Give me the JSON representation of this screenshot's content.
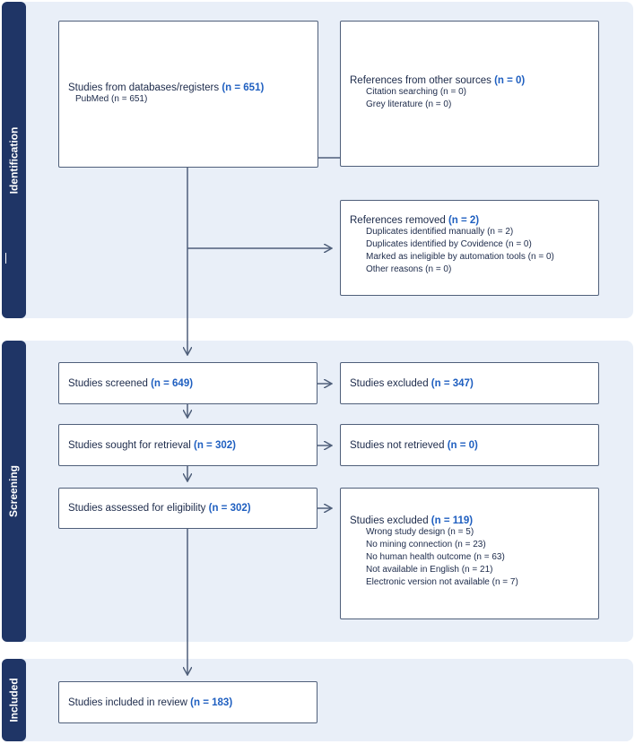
{
  "sections": {
    "identification": "Identification",
    "screening": "Screening",
    "included": "Included"
  },
  "identification": {
    "databases": {
      "title": "Studies from databases/registers",
      "count": "(n = 651)",
      "items": [
        "PubMed (n = 651)"
      ]
    },
    "other": {
      "title": "References from other sources",
      "count": "(n = 0)",
      "items": [
        "Citation searching (n = 0)",
        "Grey literature (n = 0)"
      ]
    },
    "removed": {
      "title": "References removed",
      "count": "(n = 2)",
      "items": [
        "Duplicates identified manually (n = 2)",
        "Duplicates identified by Covidence (n = 0)",
        "Marked as ineligible by automation tools (n = 0)",
        "Other reasons (n = 0)"
      ]
    }
  },
  "screening": {
    "screened": {
      "title": "Studies screened",
      "count": "(n = 649)"
    },
    "excluded1": {
      "title": "Studies excluded",
      "count": "(n = 347)"
    },
    "sought": {
      "title": "Studies sought for retrieval",
      "count": "(n = 302)"
    },
    "not_retrieved": {
      "title": "Studies not retrieved",
      "count": "(n = 0)"
    },
    "assessed": {
      "title": "Studies assessed for eligibility",
      "count": "(n = 302)"
    },
    "excluded2": {
      "title": "Studies excluded",
      "count": "(n = 119)",
      "items": [
        "Wrong study design (n = 5)",
        "No mining connection (n = 23)",
        "No human health outcome (n = 63)",
        "Not available in English (n = 21)",
        "Electronic version not available (n = 7)"
      ]
    }
  },
  "included": {
    "included": {
      "title": "Studies included in review",
      "count": "(n = 183)"
    }
  },
  "colors": {
    "section_bg": "#e9eff8",
    "tab": "#1f3566",
    "accent": "#1f5fc0",
    "line": "#4f5f7a"
  }
}
